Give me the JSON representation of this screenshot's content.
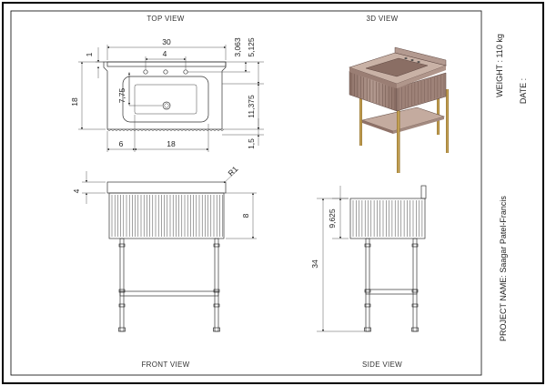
{
  "views": {
    "top": "TOP VIEW",
    "iso": "3D VIEW",
    "front": "FRONT VIEW",
    "side": "SIDE VIEW"
  },
  "dimensions": {
    "width_30": "30",
    "faucet_4": "4",
    "d_1": "1",
    "d_3063": "3,063",
    "d_5125": "5,125",
    "d_18_depth": "18",
    "d_775": "7,75",
    "d_11375": "11,375",
    "d_15": "1,5",
    "d_6": "6",
    "d_18_bowl": "18",
    "front_4": "4",
    "front_r1": "R1",
    "front_8": "8",
    "side_9625": "9,625",
    "side_34": "34"
  },
  "title_block": {
    "weight": "WEIGHT : 110 kg",
    "date": "DATE :",
    "project": "PROJECT NAME: Saagar Patel-Francis"
  },
  "colors": {
    "frame": "#000000",
    "stone": "#a88a80",
    "brass": "#b08a3e"
  }
}
